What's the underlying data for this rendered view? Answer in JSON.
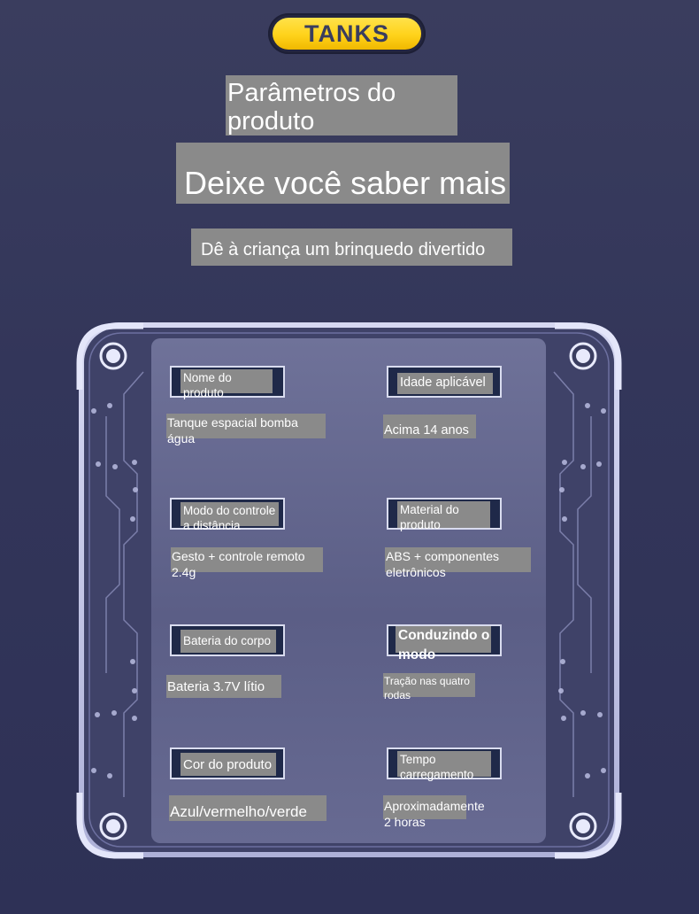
{
  "badge": "TANKS",
  "header": {
    "title": "Parâmetros do produto",
    "headline": "Deixe você saber mais",
    "subtitle": "Dê à criança um brinquedo divertido"
  },
  "params": [
    {
      "label": "Nome do produto",
      "value": "Tanque espacial bomba água"
    },
    {
      "label": "Idade aplicável",
      "value": "Acima 14 anos"
    },
    {
      "label": "Modo do controle a distância",
      "value": "Gesto + controle remoto 2.4g"
    },
    {
      "label": "Material do produto",
      "value": "ABS + componentes eletrônicos"
    },
    {
      "label": "Bateria do corpo",
      "value": "Bateria 3.7V lítio"
    },
    {
      "label": "Conduzindo o modo",
      "value": "Tração nas quatro rodas"
    },
    {
      "label": "Cor do produto",
      "value": "Azul/vermelho/verde"
    },
    {
      "label": "Tempo carregamento",
      "value": "Aproximadamente 2 horas"
    }
  ],
  "colors": {
    "background": "#33365a",
    "badge": "#ffd21a",
    "frame": "#c8cae8",
    "label_fill": "#1f2949",
    "text_box": "#8a8a8a"
  }
}
